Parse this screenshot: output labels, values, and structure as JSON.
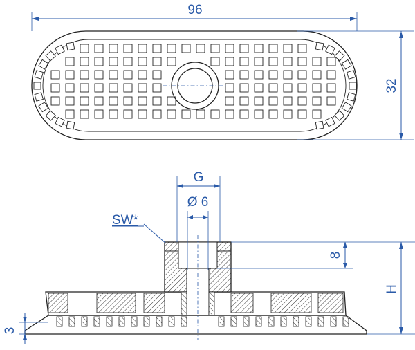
{
  "dimensions": {
    "length": "96",
    "width": "32",
    "thread": "G",
    "bore": "Ø 6",
    "wrench": "SW*",
    "thread_depth": "8",
    "height": "H",
    "lip": "3"
  },
  "colors": {
    "dimension": "#2a5aa8",
    "outline": "#222222",
    "hatch": "#333333"
  }
}
